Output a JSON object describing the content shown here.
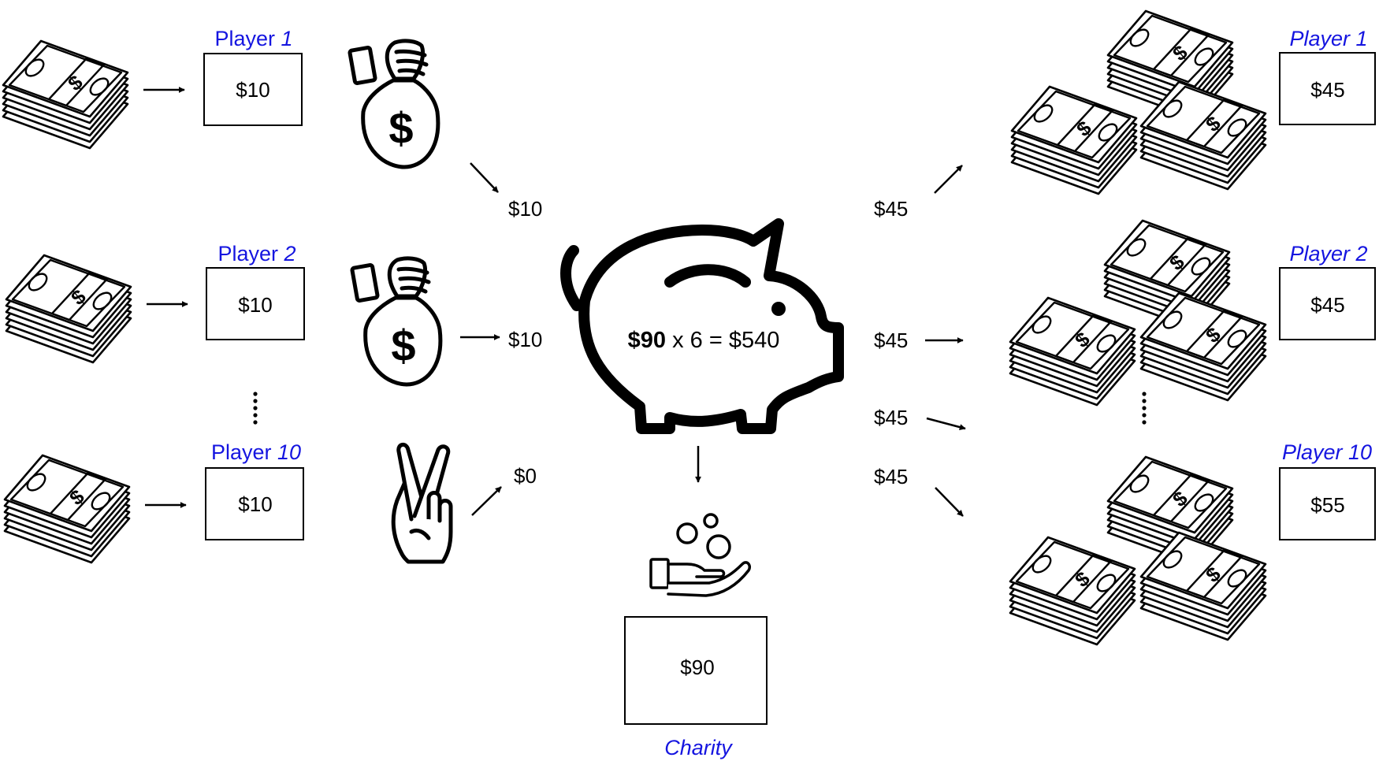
{
  "colors": {
    "player_label": "#1515e0",
    "ink": "#000000"
  },
  "left_players": [
    {
      "prefix": "Player ",
      "num": "1",
      "amount": "$10",
      "contribution": "$10"
    },
    {
      "prefix": "Player ",
      "num": "2",
      "amount": "$10",
      "contribution": "$10"
    },
    {
      "prefix": "Player ",
      "num": "10",
      "amount": "$10",
      "contribution": "$0"
    }
  ],
  "pool": {
    "base": "$90",
    "rest": " x 6 = $540"
  },
  "payouts": [
    "$45",
    "$45",
    "$45",
    "$45"
  ],
  "right_players": [
    {
      "prefix": "Player ",
      "num": "1",
      "amount": "$45"
    },
    {
      "prefix": "Player ",
      "num": "2",
      "amount": "$45"
    },
    {
      "prefix": "Player ",
      "num": "10",
      "amount": "$55"
    }
  ],
  "charity": {
    "amount": "$90",
    "label": "Charity"
  },
  "icons": [
    "money-stack-icon",
    "money-bag-hand-icon",
    "crossed-fingers-icon",
    "piggy-bank-icon",
    "charity-hand-coins-icon"
  ]
}
